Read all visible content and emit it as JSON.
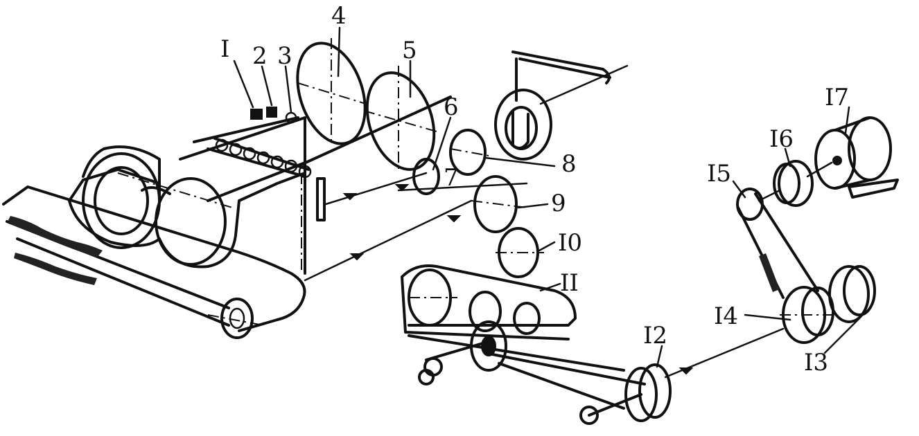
{
  "diagram": {
    "labels": [
      {
        "id": "p1",
        "text": "I"
      },
      {
        "id": "p2",
        "text": "2"
      },
      {
        "id": "p3",
        "text": "3"
      },
      {
        "id": "p4",
        "text": "4"
      },
      {
        "id": "p5",
        "text": "5"
      },
      {
        "id": "p6",
        "text": "6"
      },
      {
        "id": "p7",
        "text": "7"
      },
      {
        "id": "p8",
        "text": "8"
      },
      {
        "id": "p9",
        "text": "9"
      },
      {
        "id": "p10",
        "text": "I0"
      },
      {
        "id": "p11",
        "text": "II"
      },
      {
        "id": "p12",
        "text": "I2"
      },
      {
        "id": "p13",
        "text": "I3"
      },
      {
        "id": "p14",
        "text": "I4"
      },
      {
        "id": "p15",
        "text": "I5"
      },
      {
        "id": "p16",
        "text": "I6"
      },
      {
        "id": "p17",
        "text": "I7"
      }
    ],
    "colors": {
      "ink": "#111111",
      "paper": "#ffffff"
    }
  }
}
